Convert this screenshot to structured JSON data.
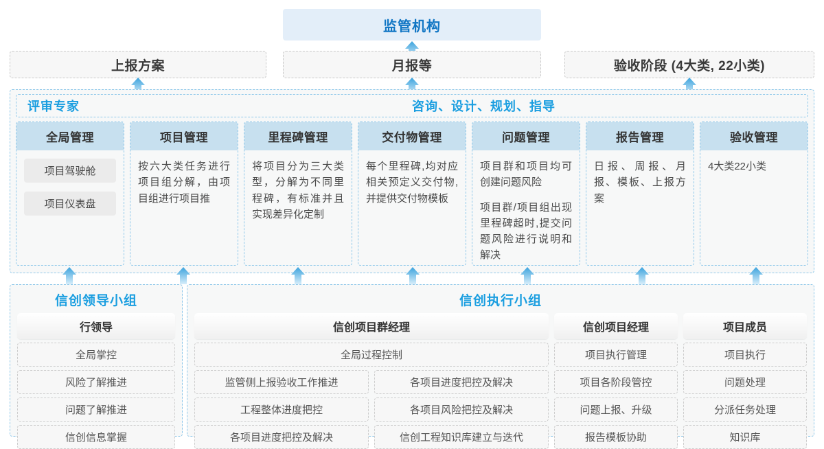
{
  "top": {
    "authority": "监管机构",
    "deliverables": [
      {
        "label": "上报方案"
      },
      {
        "label": "月报等"
      },
      {
        "label": "验收阶段 (4大类, 22小类)"
      }
    ]
  },
  "middle": {
    "role_left": "评审专家",
    "role_right": "咨询、设计、规划、指导",
    "columns": [
      {
        "title": "全局管理",
        "pills": [
          "项目驾驶舱",
          "项目仪表盘"
        ],
        "paragraphs": []
      },
      {
        "title": "项目管理",
        "pills": [],
        "paragraphs": [
          "按六大类任务进行项目组分解，由项目组进行项目推"
        ]
      },
      {
        "title": "里程碑管理",
        "pills": [],
        "paragraphs": [
          "将项目分为三大类型，分解为不同里程碑，有标准并且实现差异化定制"
        ]
      },
      {
        "title": "交付物管理",
        "pills": [],
        "paragraphs": [
          "每个里程碑,均对应相关预定义交付物,并提供交付物模板"
        ]
      },
      {
        "title": "问题管理",
        "pills": [],
        "paragraphs": [
          "项目群和项目均可创建问题风险",
          "项目群/项目组出现里程碑超时,提交问题风险进行说明和解决"
        ]
      },
      {
        "title": "报告管理",
        "pills": [],
        "paragraphs": [
          "日报、周报、月报、模板、上报方案"
        ]
      },
      {
        "title": "验收管理",
        "pills": [],
        "paragraphs": [
          "4大类22小类"
        ]
      }
    ]
  },
  "bottom": {
    "leader_group": {
      "title": "信创领导小组",
      "head": "行领导",
      "items": [
        "全局掌控",
        "风险了解推进",
        "问题了解推进",
        "信创信息掌握"
      ]
    },
    "exec_group": {
      "title": "信创执行小组",
      "program_manager": {
        "head": "信创项目群经理",
        "full_width_item": "全局过程控制",
        "left_items": [
          "监管侧上报验收工作推进",
          "工程整体进度把控",
          "各项目进度把控及解决"
        ],
        "right_items": [
          "各项目进度把控及解决",
          "各项目风险把控及解决",
          "信创工程知识库建立与迭代"
        ]
      },
      "project_manager": {
        "head": "信创项目经理",
        "items": [
          "项目执行管理",
          "项目各阶段管控",
          "问题上报、升级",
          "报告模板协助"
        ]
      },
      "member": {
        "head": "项目成员",
        "items": [
          "项目执行",
          "问题处理",
          "分派任务处理",
          "知识库"
        ]
      }
    }
  },
  "icons": {
    "arrow_up": "arrow-up-icon"
  },
  "colors": {
    "accent_blue": "#1a9ee0",
    "title_blue": "#1176c4",
    "header_fill": "#c7e0ef",
    "panel_bg": "#f7f8f8",
    "dashed_blue": "#8fc8ea",
    "dashed_gray": "#c9c9c9"
  }
}
